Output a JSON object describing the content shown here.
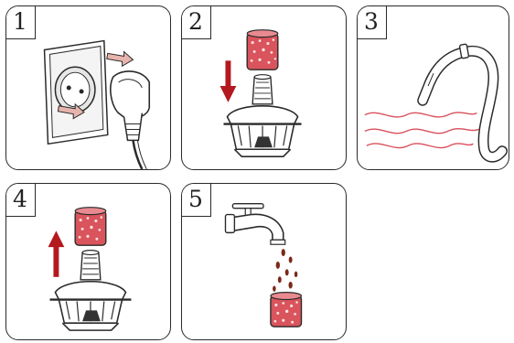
{
  "steps": [
    {
      "number": "1",
      "icon": "unplug-from-socket-icon"
    },
    {
      "number": "2",
      "icon": "remove-filter-icon"
    },
    {
      "number": "3",
      "icon": "dry-hose-icon"
    },
    {
      "number": "4",
      "icon": "insert-filter-icon"
    },
    {
      "number": "5",
      "icon": "rinse-filter-under-tap-icon"
    }
  ],
  "colors": {
    "outline": "#2a2a2a",
    "arrow": "#b3191e",
    "filter": "#d9545c",
    "plug_arrow": "#e7b4ad",
    "heat_waves": "#d94f5a",
    "water": "#7a2a1a"
  }
}
